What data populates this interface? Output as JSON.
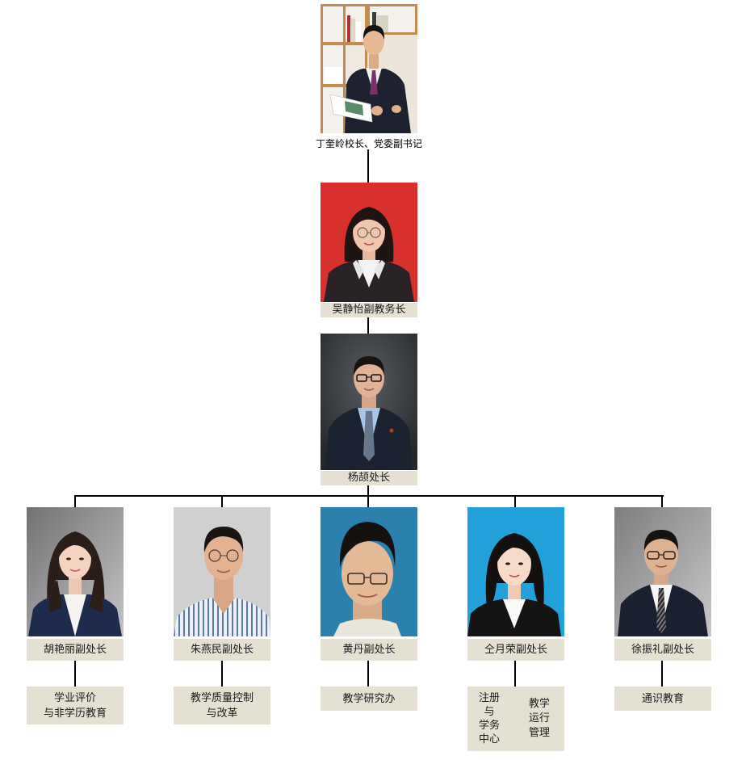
{
  "chart": {
    "top": {
      "caption": "丁奎岭校长、党委副书记"
    },
    "level2": {
      "caption": "吴静怡副教务长"
    },
    "level3": {
      "caption": "杨颉处长"
    },
    "deputies": [
      {
        "caption": "胡艳丽副处长",
        "unit_lines": [
          "学业评价",
          "与非学历教育"
        ]
      },
      {
        "caption": "朱燕民副处长",
        "unit_lines": [
          "教学质量控制",
          "与改革"
        ]
      },
      {
        "caption": "黄丹副处长",
        "unit_lines": [
          "教学研究办"
        ]
      },
      {
        "caption": "仝月荣副处长",
        "unit_columns": [
          [
            "注册",
            "与",
            "学务",
            "中心"
          ],
          [
            "教学",
            "运行",
            "管理"
          ]
        ]
      },
      {
        "caption": "徐振礼副处长",
        "unit_lines": [
          "通识教育"
        ]
      }
    ]
  },
  "colors": {
    "caption_bg": "#e4e1d2",
    "connector": "#000000",
    "text": "#1a1a1a"
  }
}
